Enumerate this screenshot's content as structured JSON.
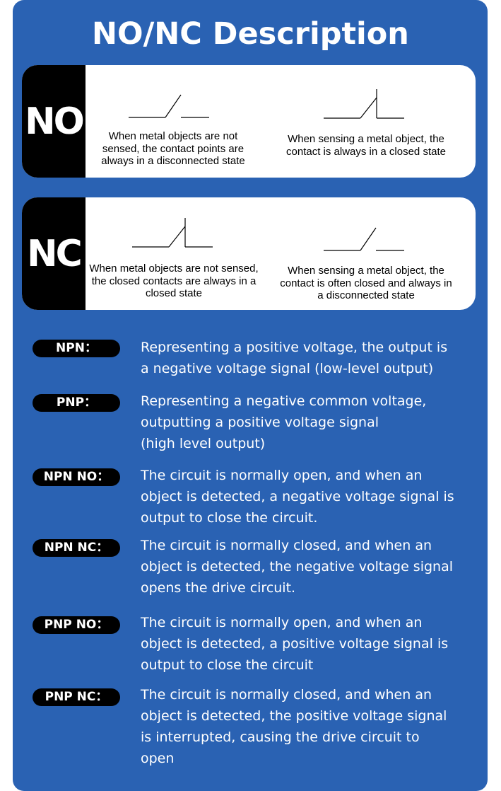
{
  "title": "NO/NC Description",
  "colors": {
    "panel": "#2a62b3",
    "tag": "#000000",
    "card": "#ffffff",
    "text_on_panel": "#ffffff"
  },
  "cards": [
    {
      "tag": "NO",
      "states": [
        {
          "symbol": "open-contact-icon",
          "caption": "When metal objects are not sensed, the contact points are always in a disconnected state"
        },
        {
          "symbol": "closed-contact-icon",
          "caption": "When sensing a metal object, the contact is always in a closed state"
        }
      ]
    },
    {
      "tag": "NC",
      "states": [
        {
          "symbol": "closed-contact-icon",
          "caption": "When metal objects are not sensed, the closed contacts are always in a closed state"
        },
        {
          "symbol": "open-contact-icon",
          "caption": "When sensing a metal object, the contact is often closed and always in a disconnected state"
        }
      ]
    }
  ],
  "definitions": [
    {
      "label": "NPN：",
      "text": "Representing a positive voltage, the output is\na negative voltage signal (low-level output)"
    },
    {
      "label": "PNP：",
      "text": "Representing a negative common voltage,\noutputting a positive voltage signal\n(high level output)"
    },
    {
      "label": "NPN NO：",
      "text": "The circuit is normally open, and when an\nobject is detected, a negative voltage signal is\noutput to close the circuit."
    },
    {
      "label": "NPN NC：",
      "text": "The circuit is normally closed, and when an\nobject is detected, the negative voltage signal\nopens the drive circuit."
    },
    {
      "label": "PNP NO：",
      "text": " The circuit is normally open, and when an\nobject is detected, a positive voltage signal is\noutput to close the circuit"
    },
    {
      "label": "PNP NC：",
      "text": "The circuit is normally closed, and when an\nobject is detected, the positive voltage signal\nis interrupted, causing the drive circuit to\nopen"
    }
  ]
}
